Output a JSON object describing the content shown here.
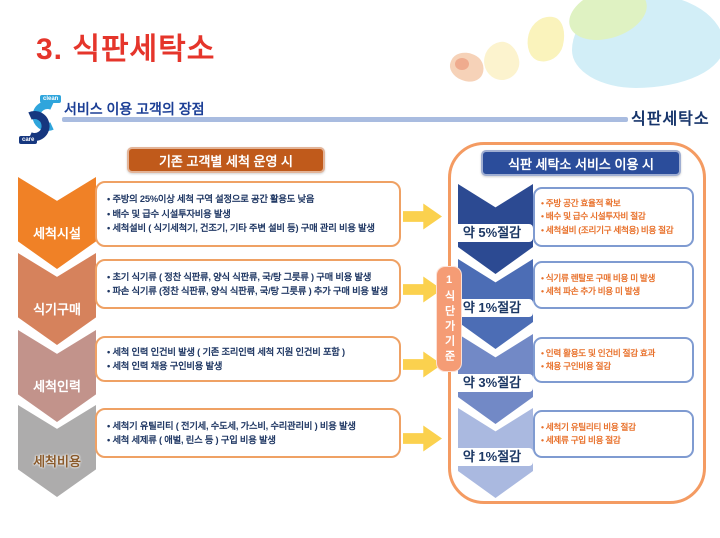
{
  "slide": {
    "title": "3. 식판세탁소",
    "section_title": "서비스 이용 고객의 장점",
    "corner_label": "식판세탁소",
    "logo": {
      "top_label": "clean",
      "bottom_label": "care"
    }
  },
  "left_panel": {
    "header": "기존 고객별 세척 운영 시",
    "rows": [
      {
        "label": "세척시설",
        "chevron_color": "#F08126",
        "label_color": "#FFFFFF",
        "bullets": [
          "주방의 25%이상 세척 구역 설정으로 공간 활용도 낮음",
          "배수 및 급수 시설투자비용 발생",
          "세척설비 ( 식기세척기, 건조기, 기타 주변 설비 등) 구매 관리 비용 발생"
        ]
      },
      {
        "label": "식기구매",
        "chevron_color": "#D6825C",
        "label_color": "#FFFFFF",
        "bullets": [
          "초기 식기류 ( 정찬 식판류, 양식 식판류, 국/탕 그릇류 ) 구매 비용 발생",
          "파손 식기류 (정찬 식판류, 양식 식판류, 국/탕 그릇류 ) 추가 구매 비용 발생"
        ]
      },
      {
        "label": "세척인력",
        "chevron_color": "#C2938B",
        "label_color": "#FFFFFF",
        "bullets": [
          "세척 인력 인건비 발생 ( 기존 조리인력 세척 지원 인건비 포함 )",
          "세척 인력 채용 구인비용 발생"
        ]
      },
      {
        "label": "세척비용",
        "chevron_color": "#ADACAC",
        "label_color": "#8A5A2B",
        "bullets": [
          "세척기 유틸리티 ( 전기세, 수도세, 가스비, 수리관리비 ) 비용 발생",
          "세척 세제류 ( 애벌, 린스 등 ) 구입 비용 발생"
        ]
      }
    ]
  },
  "middle": {
    "badge": "1식단가기준",
    "arrow_color": "#FBD14E",
    "badge_bg": "#F59C75"
  },
  "right_panel": {
    "header": "식판 세탁소 서비스 이용 시",
    "rows": [
      {
        "label": "약 5%절감",
        "chevron_color": "#2C4A92",
        "bullets": [
          "주방 공간 효율적 확보",
          "배수 및 급수 시설투자비 절감",
          "세척설비 (조리기구 세척용) 비용 절감"
        ]
      },
      {
        "label": "약 1%절감",
        "chevron_color": "#4C6DB5",
        "bullets": [
          "식기류 렌탈로 구매 비용 미 발생",
          "세척 파손 추가 비용 미 발생"
        ]
      },
      {
        "label": "약 3%절감",
        "chevron_color": "#7289C6",
        "bullets": [
          "인력 활용도 및 인건비 절감 효과",
          "채용 구인비용 절감"
        ]
      },
      {
        "label": "약 1%절감",
        "chevron_color": "#AAB9E0",
        "bullets": [
          "세척기 유틸리티 비용 절감",
          "세제류 구입 비용 절감"
        ]
      }
    ]
  },
  "colors": {
    "title": "#E5352B",
    "section_title": "#1C3F96",
    "corner_label": "#17356B",
    "divider": "#A9BCE0",
    "left_header_bg": "#C05A1B",
    "right_header_bg": "#2B4D9B",
    "left_box_border": "#EFA164",
    "right_box_border": "#7F9BD1",
    "left_bullet_text": "#203864",
    "right_bullet_text": "#E8702A",
    "right_label_text": "#1B3764",
    "panel_border": "#F49B62"
  }
}
